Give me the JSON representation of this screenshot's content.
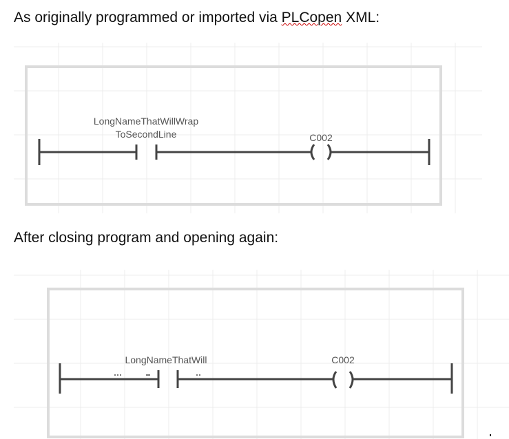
{
  "heading1": {
    "prefix": "As originally programmed or imported via ",
    "flagged": "PLCopen",
    "suffix": " XML:"
  },
  "heading2": "After closing program and opening again:",
  "diagram1": {
    "contact_label_line1": "LongNameThatWillWrap",
    "contact_label_line2": "ToSecondLine",
    "coil_label": "C002"
  },
  "diagram2": {
    "contact_label": "LongNameThatWill",
    "coil_label": "C002"
  },
  "colors": {
    "grid": "#ececec",
    "frame": "#dcdcdc",
    "rung": "#444444"
  }
}
